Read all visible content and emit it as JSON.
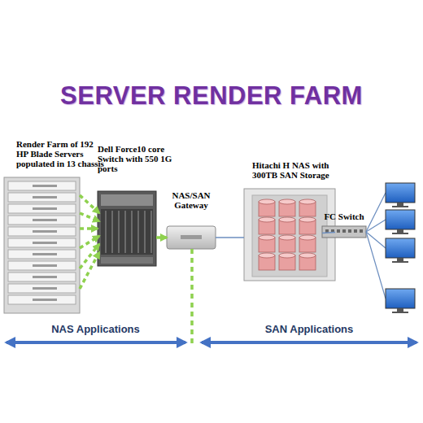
{
  "diagram": {
    "title": "SERVER RENDER FARM",
    "nodes": [
      {
        "text": [
          "Render Farm of 192 HP Blade Servers populated in 13 chassis"
        ]
      },
      {
        "text": [
          "Dell Force10 core Switch with 550 1G ports"
        ]
      },
      {
        "text": [
          "NAS/SAN Gateway"
        ]
      },
      {
        "text": [
          "Hitachi H NAS with 300TB SAN Storage"
        ]
      },
      {
        "text": [
          "FC Switch"
        ]
      }
    ],
    "edges": [
      {
        "from": 0,
        "to": 1,
        "arrow": "to"
      },
      {
        "from": 1,
        "to": 2,
        "arrow": "to"
      },
      {
        "from": 2,
        "to": 3,
        "arrow": "none"
      },
      {
        "from": 3,
        "to": 4,
        "arrow": "none"
      }
    ],
    "labels": [
      "NAS Applications",
      "SAN Applications"
    ]
  }
}
